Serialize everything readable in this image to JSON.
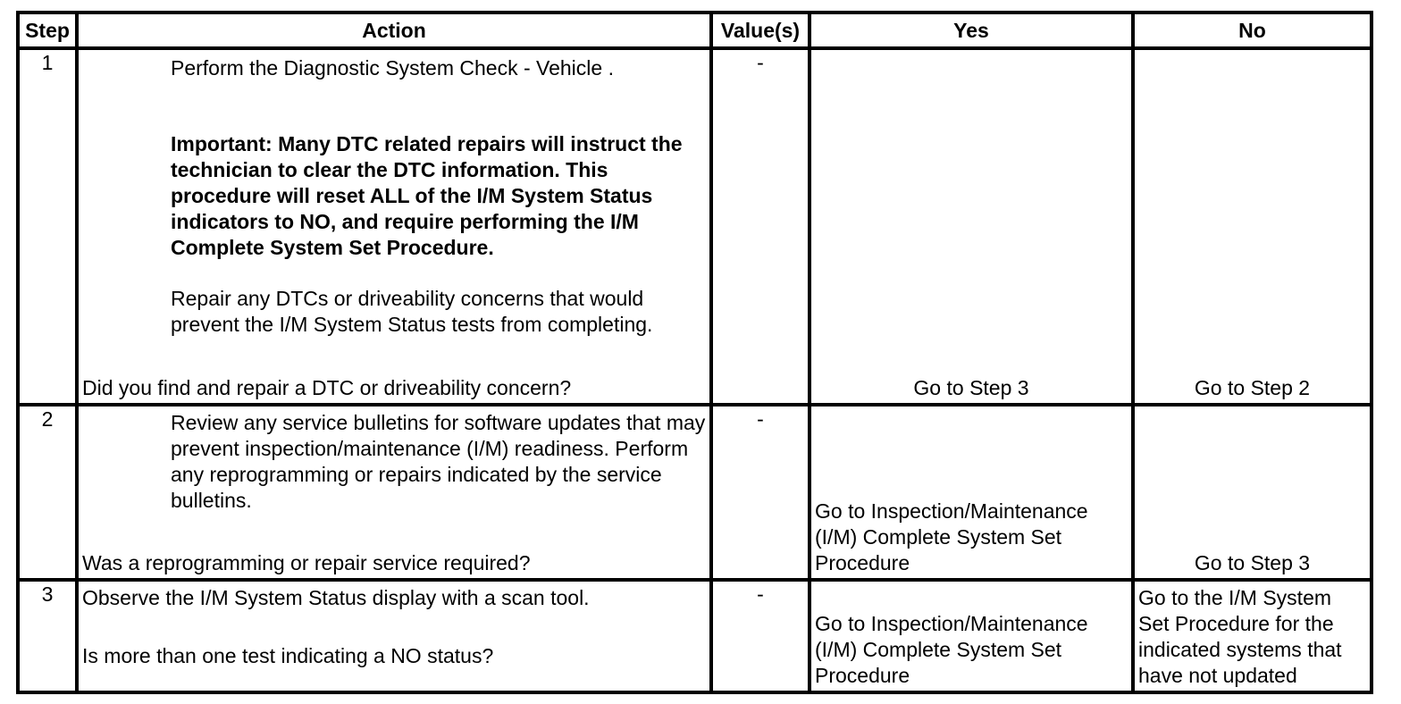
{
  "headers": {
    "step": "Step",
    "action": "Action",
    "values": "Value(s)",
    "yes": "Yes",
    "no": "No"
  },
  "rows": [
    {
      "step": "1",
      "action_lines": [
        "Perform the Diagnostic System Check - Vehicle .",
        "Important: Many DTC related repairs will instruct the technician to clear the DTC information. This procedure will reset ALL of the I/M System Status indicators to NO, and require performing the I/M Complete System Set Procedure.",
        "Repair any DTCs or driveability concerns that would prevent the I/M System Status tests from completing."
      ],
      "question": "Did you find and repair a DTC or driveability concern?",
      "value": "-",
      "yes": "Go to Step 3",
      "no": "Go to Step 2"
    },
    {
      "step": "2",
      "action_lines": [
        "Review any service bulletins for software updates that may prevent inspection/maintenance (I/M) readiness. Perform any reprogramming or repairs indicated by the service bulletins."
      ],
      "question": "Was a reprogramming or repair service required?",
      "value": "-",
      "yes": "Go to Inspection/Maintenance (I/M) Complete System Set Procedure",
      "no": "Go to Step 3"
    },
    {
      "step": "3",
      "action_lines": [
        "Observe the I/M System Status display with a scan tool."
      ],
      "question": "Is more than one test indicating a NO status?",
      "value": "-",
      "yes": "Go to Inspection/Maintenance (I/M) Complete System Set Procedure",
      "no": "Go to the I/M System Set Procedure for the indicated systems that have not updated"
    }
  ]
}
